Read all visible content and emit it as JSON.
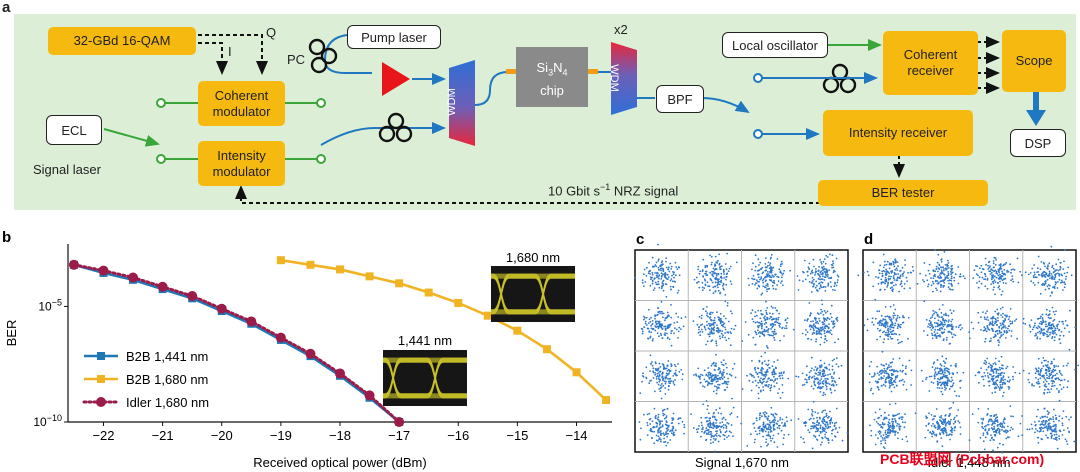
{
  "panel_a": {
    "letter": "a",
    "boxes": {
      "qam": "32-GBd 16-QAM",
      "ecl": "ECL",
      "signal_laser": "Signal laser",
      "coherent_modulator": [
        "Coherent",
        "modulator"
      ],
      "intensity_modulator": [
        "Intensity",
        "modulator"
      ],
      "pump_laser": "Pump laser",
      "pc": "PC",
      "wdm": "WDM",
      "chip_line1": "Si",
      "chip_sub1": "3",
      "chip_mid": "N",
      "chip_sub2": "4",
      "chip_line2": "chip",
      "x2": "x2",
      "bpf": "BPF",
      "local_oscillator": "Local oscillator",
      "coherent_receiver": [
        "Coherent",
        "receiver"
      ],
      "scope": "Scope",
      "intensity_receiver": "Intensity receiver",
      "dsp": "DSP",
      "ber_tester": "BER tester",
      "nrz_signal_pre": "10 Gbit s",
      "nrz_signal_sup": "−1",
      "nrz_signal_post": " NRZ signal",
      "i_label": "I",
      "q_label": "Q"
    },
    "colors": {
      "background": "#dcefd6",
      "orange": "#f5b90f",
      "green_line": "#3aa63a",
      "blue_line": "#1f78c1",
      "amplifier_red": "#e8151b",
      "chip_gray": "#8a8a8a"
    }
  },
  "chart_data": [
    {
      "panel": "b",
      "type": "line",
      "xlabel": "Received optical power (dBm)",
      "ylabel": "BER",
      "x_ticks": [
        "−22",
        "−21",
        "−20",
        "−19",
        "−18",
        "−17",
        "−16",
        "−15",
        "−14"
      ],
      "x_tick_values": [
        -22,
        -21,
        -20,
        -19,
        -18,
        -17,
        -16,
        -15,
        -14
      ],
      "xlim": [
        -22.6,
        -13.4
      ],
      "y_ticks": [
        "10−5",
        "10−10"
      ],
      "y_tick_values": [
        1e-05,
        1e-10
      ],
      "y_scale": "log",
      "ylim_log10": [
        -10,
        -2.3
      ],
      "legend_position": "bottom-left",
      "series": [
        {
          "name": "B2B 1,441 nm",
          "color": "#1f77b4",
          "marker": "square",
          "line": "solid",
          "x": [
            -22.5,
            -22.0,
            -21.5,
            -21.0,
            -20.5,
            -20.0,
            -19.5,
            -19.0,
            -18.5,
            -18.0,
            -17.5,
            -17.0
          ],
          "log10_y": [
            -3.2,
            -3.55,
            -3.85,
            -4.25,
            -4.65,
            -5.2,
            -5.75,
            -6.45,
            -7.15,
            -8.0,
            -8.95,
            -10.0
          ]
        },
        {
          "name": "B2B 1,680 nm",
          "color": "#f0b323",
          "marker": "square",
          "line": "solid",
          "x": [
            -19.0,
            -18.5,
            -18.0,
            -17.5,
            -17.0,
            -16.5,
            -16.0,
            -15.5,
            -15.0,
            -14.5,
            -14.0,
            -13.5
          ],
          "log10_y": [
            -3.0,
            -3.2,
            -3.4,
            -3.7,
            -4.0,
            -4.4,
            -4.85,
            -5.4,
            -6.05,
            -6.85,
            -7.85,
            -9.05
          ]
        },
        {
          "name": "Idler 1,680 nm",
          "color": "#9b1b4a",
          "marker": "circle",
          "line": "dotted",
          "x": [
            -22.5,
            -22.0,
            -21.5,
            -21.0,
            -20.5,
            -20.0,
            -19.5,
            -19.0,
            -18.5,
            -18.0,
            -17.5,
            -17.0
          ],
          "log10_y": [
            -3.2,
            -3.45,
            -3.75,
            -4.15,
            -4.55,
            -5.1,
            -5.65,
            -6.35,
            -7.05,
            -7.9,
            -8.85,
            -10.0
          ]
        }
      ],
      "insets": [
        {
          "label": "1,680 nm"
        },
        {
          "label": "1,441 nm"
        }
      ]
    },
    {
      "panel": "c",
      "type": "scatter",
      "caption": "Signal 1,670 nm",
      "constellation": "16-QAM",
      "grid_levels": [
        -3,
        -1,
        1,
        3
      ],
      "color": "#2f78c8"
    },
    {
      "panel": "d",
      "type": "scatter",
      "caption": "Idler 1,448 nm",
      "constellation": "16-QAM",
      "grid_levels": [
        -3,
        -1,
        1,
        3
      ],
      "color": "#2f78c8"
    }
  ],
  "watermark": "PCB联盟网 (Pcbbar.com)"
}
